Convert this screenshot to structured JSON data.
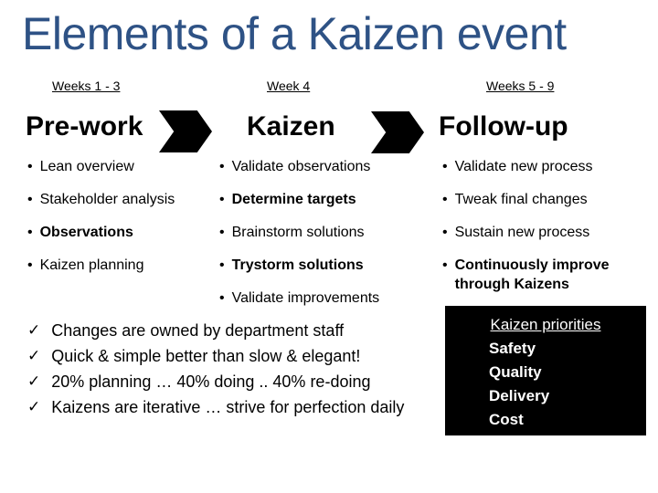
{
  "slide": {
    "title": "Elements of a Kaizen event",
    "bullet_glyph": "•",
    "check_glyph": "✓",
    "columns": [
      {
        "week_label": "Weeks 1 - 3",
        "heading": "Pre-work",
        "bullets": [
          {
            "text": "Lean overview",
            "bold": false
          },
          {
            "text": "Stakeholder analysis",
            "bold": false
          },
          {
            "text": "Observations",
            "bold": true
          },
          {
            "text": "Kaizen planning",
            "bold": false
          }
        ]
      },
      {
        "week_label": "Week 4",
        "heading": "Kaizen",
        "bullets": [
          {
            "text": "Validate observations",
            "bold": false
          },
          {
            "text": "Determine targets",
            "bold": true
          },
          {
            "text": "Brainstorm solutions",
            "bold": false
          },
          {
            "text": "Trystorm solutions",
            "bold": true
          },
          {
            "text": "Validate improvements",
            "bold": false
          }
        ]
      },
      {
        "week_label": "Weeks 5 - 9",
        "heading": "Follow-up",
        "bullets": [
          {
            "text": "Validate new process",
            "bold": false
          },
          {
            "text": "Tweak final changes",
            "bold": false
          },
          {
            "text": "Sustain new process",
            "bold": false
          },
          {
            "text": "Continuously improve through Kaizens",
            "bold": true
          }
        ]
      }
    ],
    "check_items": [
      "Changes are owned by department staff",
      "Quick & simple better than slow & elegant!",
      "20% planning … 40% doing .. 40% re-doing",
      "Kaizens are iterative … strive for perfection daily"
    ],
    "priorities_box": {
      "title": "Kaizen priorities",
      "items": [
        "Safety",
        "Quality",
        "Delivery",
        "Cost"
      ]
    },
    "colors": {
      "title": "#2e5285",
      "text": "#000000",
      "arrow": "#000000",
      "background": "#ffffff",
      "box_bg": "#000000",
      "box_fg": "#ffffff"
    }
  }
}
